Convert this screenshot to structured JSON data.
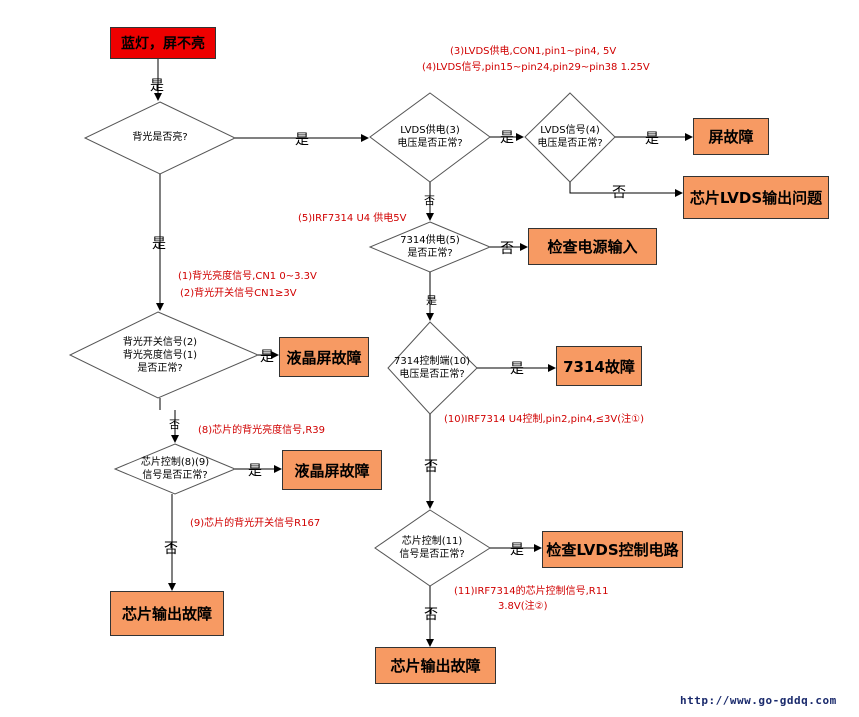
{
  "start": "蓝灯，屏不亮",
  "diamonds": {
    "backlight": "背光是否亮?",
    "lvds_power": "LVDS供电(3)\n电压是否正常?",
    "lvds_signal": "LVDS信号(4)\n电压是否正常?",
    "power_7314": "7314供电(5)\n是否正常?",
    "control_7314": "7314控制端(10)\n电压是否正常?",
    "chip_ctrl_11": "芯片控制(11)\n信号是否正常?",
    "backlight_signal": "背光开关信号(2)\n背光亮度信号(1)\n是否正常?",
    "chip_ctrl_89": "芯片控制(8)(9)\n信号是否正常?"
  },
  "results": {
    "screen_fault": "屏故障",
    "chip_lvds": "芯片LVDS输出问题",
    "check_power": "检查电源输入",
    "fault_7314": "7314故障",
    "check_lvds_ctrl": "检查LVDS控制电路",
    "chip_out_right": "芯片输出故障",
    "lcd_fault_1": "液晶屏故障",
    "lcd_fault_2": "液晶屏故障",
    "chip_out_left": "芯片输出故障"
  },
  "labels": {
    "yes": "是",
    "no": "否"
  },
  "notes": {
    "n3": "(3)LVDS供电,CON1,pin1~pin4, 5V",
    "n4": "(4)LVDS信号,pin15~pin24,pin29~pin38 1.25V",
    "n5": "(5)IRF7314  U4  供电5V",
    "n1": "(1)背光亮度信号,CN1  0~3.3V",
    "n2": "(2)背光开关信号CN1≥3V",
    "n8": "(8)芯片的背光亮度信号,R39",
    "n9": "(9)芯片的背光开关信号R167",
    "n10": "(10)IRF7314  U4控制,pin2,pin4,≤3V(注①)",
    "n11a": "(11)IRF7314的芯片控制信号,R11",
    "n11b": "3.8V(注②)"
  },
  "watermark": "http://www.go-gddq.com",
  "colors": {
    "start_fill": "#ee0000",
    "result_fill": "#f79a63",
    "note_text": "#d00000",
    "line": "#000000"
  }
}
